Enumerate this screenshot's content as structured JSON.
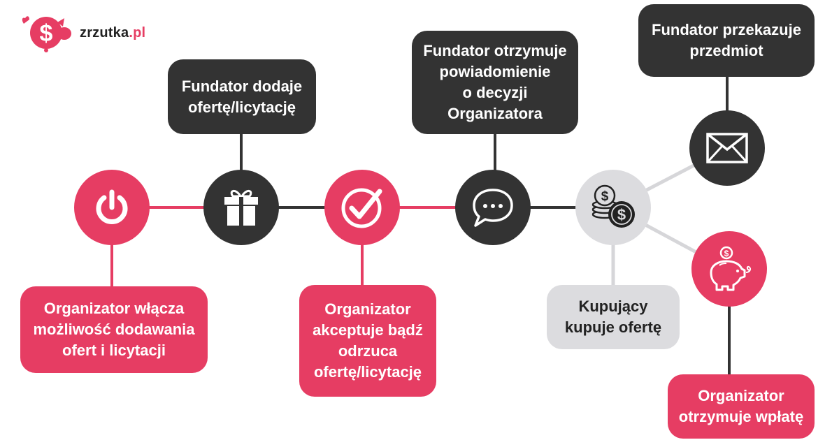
{
  "brand": {
    "name_part1": "zrzutka",
    "name_part2": ".pl",
    "accent": "#e63d63"
  },
  "colors": {
    "pink": "#e63d63",
    "dark": "#333333",
    "grey": "#dcdcdf",
    "line_grey": "#d6d6d9"
  },
  "steps": [
    {
      "id": "enable",
      "label": "Organizator włącza\nmożliwość dodawania\nofert i licytacji",
      "icon": "power-icon",
      "style": "pink"
    },
    {
      "id": "add-offer",
      "label": "Fundator dodaje\nofertę/licytację",
      "icon": "gift-icon",
      "style": "dark"
    },
    {
      "id": "decide",
      "label": "Organizator\nakceptuje bądź\nodrzuca\nofertę/licytację",
      "icon": "checkmark-icon",
      "style": "pink"
    },
    {
      "id": "notify",
      "label": "Fundator otrzymuje\npowiadomienie\no decyzji\nOrganizatora",
      "icon": "chat-bubble-icon",
      "style": "dark"
    },
    {
      "id": "buy",
      "label": "Kupujący\nkupuje ofertę",
      "icon": "coins-icon",
      "style": "grey"
    },
    {
      "id": "deliver",
      "label": "Fundator przekazuje\nprzedmiot",
      "icon": "envelope-icon",
      "style": "dark"
    },
    {
      "id": "payment",
      "label": "Organizator\notrzymuje wpłatę",
      "icon": "piggy-bank-icon",
      "style": "pink"
    }
  ]
}
